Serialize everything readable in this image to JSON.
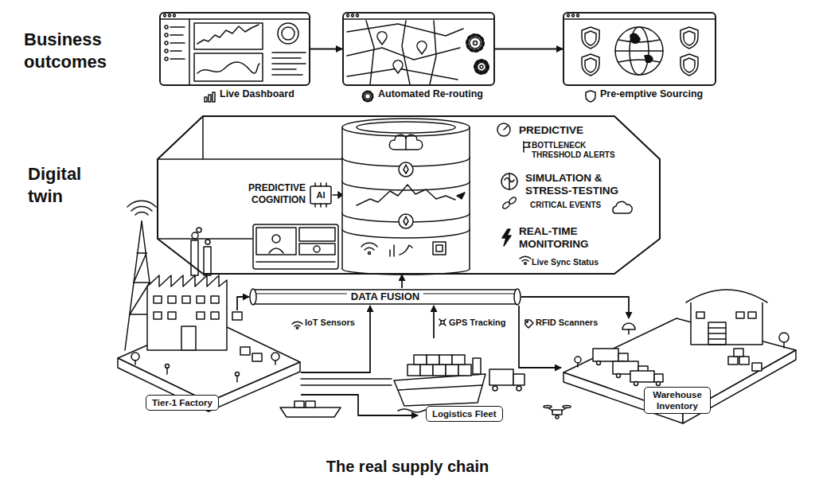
{
  "diagram": {
    "caption": "The real supply chain",
    "nodes": [
      {
        "text": [
          "Live Dashboard"
        ]
      },
      {
        "text": [
          "Automated Re-routing"
        ]
      },
      {
        "text": [
          "Pre-emptive Sourcing"
        ]
      },
      {
        "text": [
          "PREDICTIVE COGNITION"
        ]
      },
      {
        "text": [
          "DATA FUSION"
        ]
      },
      {
        "text": [
          "Tier-1 Factory"
        ]
      },
      {
        "text": [
          "Logistics Fleet"
        ]
      },
      {
        "text": [
          "Warehouse Inventory"
        ]
      }
    ],
    "edges": [
      {
        "from": 0,
        "to": 1,
        "arrow": "to"
      },
      {
        "from": 1,
        "to": 2,
        "arrow": "to"
      },
      {
        "from": 4,
        "to": 3,
        "arrow": "to"
      },
      {
        "from": 5,
        "to": 4,
        "arrow": "to"
      },
      {
        "from": 5,
        "to": 4,
        "label": "IoT Sensors",
        "arrow": "to"
      },
      {
        "from": 5,
        "to": 6,
        "arrow": "to"
      },
      {
        "from": 6,
        "to": 4,
        "label": "GPS Tracking",
        "arrow": "to"
      },
      {
        "from": 4,
        "to": 7,
        "arrow": "to"
      },
      {
        "from": 4,
        "to": 7,
        "label": "RFID Scanners",
        "arrow": "to"
      }
    ],
    "labels": [
      "Business outcomes",
      "Digital twin",
      "AI",
      "PREDICTIVE",
      "BOTTLENECK THRESHOLD ALERTS",
      "SIMULATION & STRESS-TESTING",
      "CRITICAL EVENTS",
      "REAL-TIME MONITORING",
      "Live Sync Status"
    ]
  }
}
